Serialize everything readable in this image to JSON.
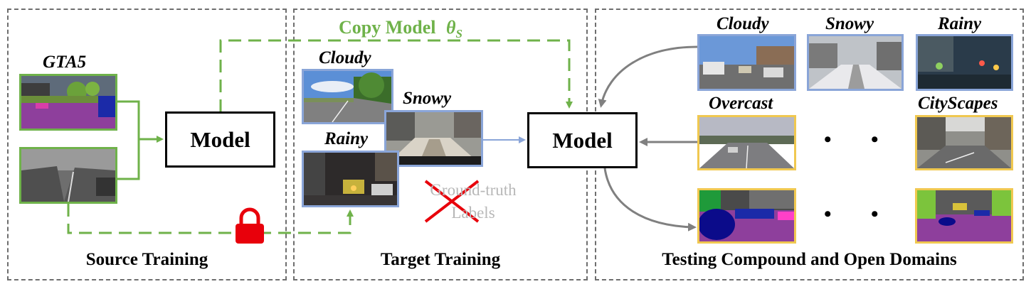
{
  "panels": {
    "source": {
      "title": "Source Training"
    },
    "target": {
      "title": "Target Training"
    },
    "testing": {
      "title": "Testing Compound and Open Domains"
    }
  },
  "model_label": "Model",
  "copy_model": {
    "text": "Copy Model",
    "symbol": "θ",
    "subscript": "S"
  },
  "source_images": {
    "label": "GTA5"
  },
  "target_images": {
    "cloudy": "Cloudy",
    "snowy": "Snowy",
    "rainy": "Rainy"
  },
  "ground_truth": {
    "line1": "Ground-truth",
    "line2": "Labels"
  },
  "test_images": {
    "cloudy": "Cloudy",
    "snowy": "Snowy",
    "rainy": "Rainy",
    "overcast": "Overcast",
    "cityscapes": "CityScapes",
    "ellipsis": "• • •"
  },
  "colors": {
    "green": "#6fb24a",
    "blue_frame": "#8aa5d8",
    "yellow_frame": "#f0c850",
    "lock": "#e8000b",
    "cross": "#e8000b",
    "arrow_gray": "#808080"
  }
}
